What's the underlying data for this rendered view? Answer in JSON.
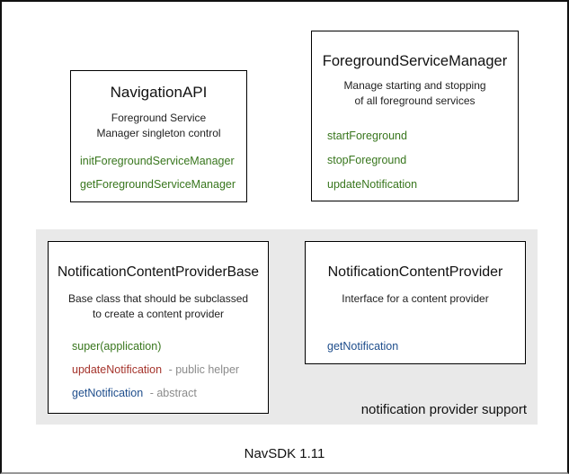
{
  "page": {
    "caption": "NavSDK 1.11"
  },
  "colors": {
    "method_green": "#38761d",
    "method_red": "#a5342c",
    "method_blue": "#1f4e8c",
    "suffix_gray": "#8b8b8b",
    "group_background": "#e9e9e9",
    "box_border": "#000000"
  },
  "boxes": {
    "navigation_api": {
      "title": "NavigationAPI",
      "description_line1": "Foreground Service",
      "description_line2": "Manager singleton control",
      "methods": [
        "initForegroundServiceManager",
        "getForegroundServiceManager"
      ]
    },
    "foreground_service_manager": {
      "title": "ForegroundServiceManager",
      "description_line1": "Manage starting and stopping",
      "description_line2": "of all foreground services",
      "methods": [
        "startForeground",
        "stopForeground",
        "updateNotification"
      ]
    },
    "notification_content_provider_base": {
      "title": "NotificationContentProviderBase",
      "description_line1": "Base class that should be subclassed",
      "description_line2": "to create a content provider",
      "methods": [
        {
          "name": "super(application)",
          "suffix": ""
        },
        {
          "name": "updateNotification",
          "suffix": "- public helper"
        },
        {
          "name": "getNotification",
          "suffix": "- abstract"
        }
      ]
    },
    "notification_content_provider": {
      "title": "NotificationContentProvider",
      "description_line1": "Interface for a content provider",
      "methods": [
        {
          "name": "getNotification",
          "suffix": ""
        }
      ]
    }
  },
  "group": {
    "label": "notification provider support"
  }
}
